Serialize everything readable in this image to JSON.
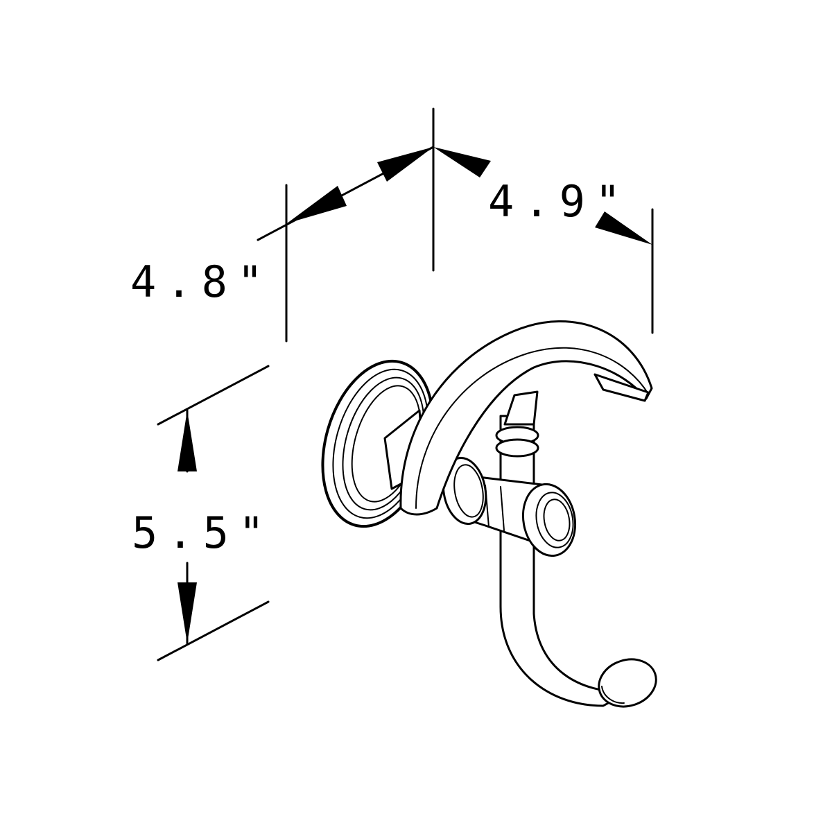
{
  "dimensions": {
    "depth": {
      "label": "4.8\""
    },
    "width": {
      "label": "4.9\""
    },
    "height": {
      "label": "5.5\""
    }
  },
  "colors": {
    "line": "#000000",
    "background": "#ffffff"
  }
}
